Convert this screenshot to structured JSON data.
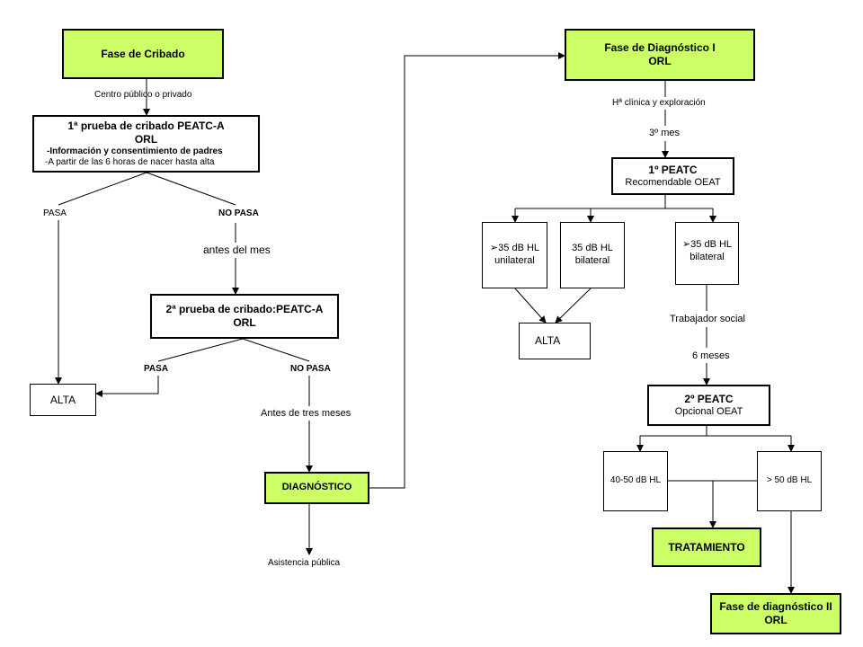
{
  "colors": {
    "highlight": "#ccff66",
    "line": "#000000"
  },
  "left": {
    "cribado": "Fase de Cribado",
    "centro": "Centro público o privado",
    "prueba1": {
      "title": "1ª prueba de cribado PEATC-A",
      "orl": "ORL",
      "line1": "-Información y consentimiento de padres",
      "line2": "-A partir de las 6 horas de nacer hasta alta"
    },
    "pasa1": "PASA",
    "nopasa1": "NO PASA",
    "antes_mes": "antes del mes",
    "prueba2": {
      "title": "2ª prueba de cribado:PEATC-A",
      "orl": "ORL"
    },
    "pasa2": "PASA",
    "nopasa2": "NO PASA",
    "alta": "ALTA",
    "antes_tres": "Antes de tres meses",
    "diagnostico": "DIAGNÓSTICO",
    "asistencia": "Asistencia pública"
  },
  "right": {
    "fase1": {
      "title": "Fase de Diagnóstico I",
      "orl": "ORL"
    },
    "historia": "Hª clínica y exploración",
    "tercer_mes": "3º mes",
    "peatc1": {
      "title": "1º PEATC",
      "sub": "Recomendable OEAT"
    },
    "opt1": {
      "line1": "35 dB  HL",
      "line2": "unilateral"
    },
    "opt2": {
      "line1": "35 dB HL",
      "line2": "bilateral"
    },
    "opt3": {
      "line1": "35 dB HL",
      "line2": "bilateral"
    },
    "alta": "ALTA",
    "trabajador": "Trabajador social",
    "seis_meses": "6 meses",
    "peatc2": {
      "title": "2º PEATC",
      "sub": "Opcional OEAT"
    },
    "r4050": "40-50 dB HL",
    "r50": "> 50 dB HL",
    "tratamiento": "TRATAMIENTO",
    "fase2": {
      "title": "Fase de diagnóstico II",
      "orl": "ORL"
    }
  }
}
